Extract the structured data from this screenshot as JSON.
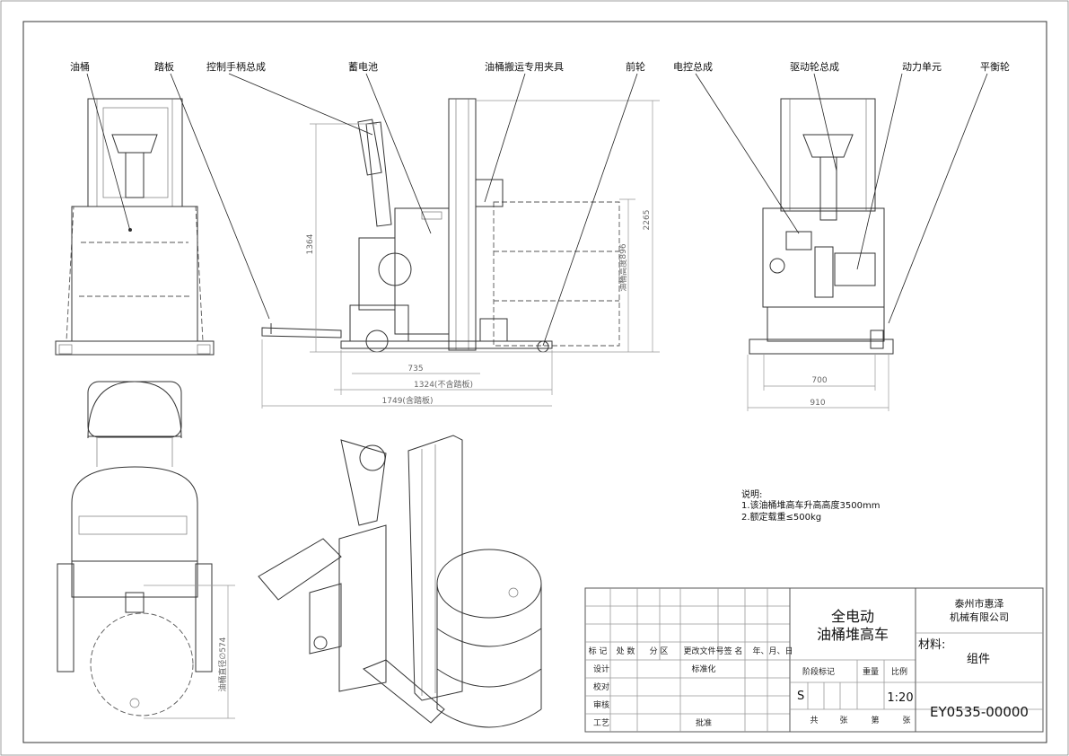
{
  "callouts": {
    "oil_drum": "油桶",
    "pedal": "踏板",
    "control_handle": "控制手柄总成",
    "battery": "蓄电池",
    "drum_clamp": "油桶搬运专用夹具",
    "front_wheel": "前轮",
    "electric_control": "电控总成",
    "drive_wheel": "驱动轮总成",
    "power_unit": "动力单元",
    "balance_wheel": "平衡轮"
  },
  "dimensions": {
    "h_1364": "1364",
    "h_2265": "2265",
    "h_drum": "油桶高度896",
    "w_735": "735",
    "w_1324": "1324(不含踏板)",
    "w_1749": "1749(含踏板)",
    "w_700": "700",
    "w_910": "910",
    "drum_dia": "油桶直径∅574"
  },
  "notes": {
    "title": "说明:",
    "line1": "1.该油桶堆高车升高高度3500mm",
    "line2": "2.额定载重≤500kg"
  },
  "title_block": {
    "product_name_1": "全电动",
    "product_name_2": "油桶堆高车",
    "company_1": "泰州市惠泽",
    "company_2": "机械有限公司",
    "material_label": "材料:",
    "material_value": "组件",
    "drawing_no": "EY0535-00000",
    "scale_value": "1:20",
    "stage_value": "S",
    "col_mark": "标 记",
    "col_count": "处 数",
    "col_zone": "分 区",
    "col_change_doc": "更改文件号",
    "col_sign": "签 名",
    "col_date": "年、月、日",
    "row_design": "设计",
    "row_check": "校对",
    "row_review": "审核",
    "row_process": "工艺",
    "standardize": "标准化",
    "approve": "批准",
    "stage_mark": "阶段标记",
    "weight": "重量",
    "scale": "比例",
    "total": "共",
    "sheets": "张",
    "sheet_no": "第",
    "sheet_unit": "张"
  }
}
